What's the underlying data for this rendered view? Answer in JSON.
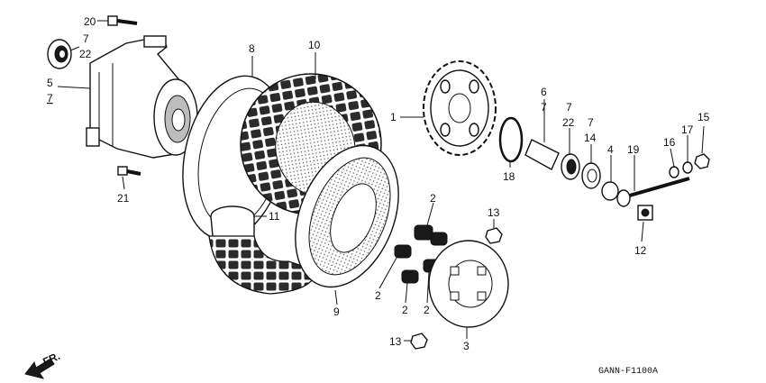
{
  "diagram_code": "GANN-F1100A",
  "front_marker": "FR.",
  "callouts": {
    "c1": "1",
    "c2a": "2",
    "c2b": "2",
    "c2c": "2",
    "c2d": "2",
    "c3": "3",
    "c4": "4",
    "c5": "5",
    "c6": "6",
    "c7a": "7",
    "c7b": "7",
    "c7c": "7",
    "c7d": "7",
    "c7e": "7",
    "c8": "8",
    "c9": "9",
    "c10": "10",
    "c11": "11",
    "c12": "12",
    "c13a": "13",
    "c13b": "13",
    "c14": "14",
    "c15": "15",
    "c16": "16",
    "c17": "17",
    "c18": "18",
    "c19": "19",
    "c20": "20",
    "c21": "21",
    "c22a": "22",
    "c22b": "22"
  }
}
